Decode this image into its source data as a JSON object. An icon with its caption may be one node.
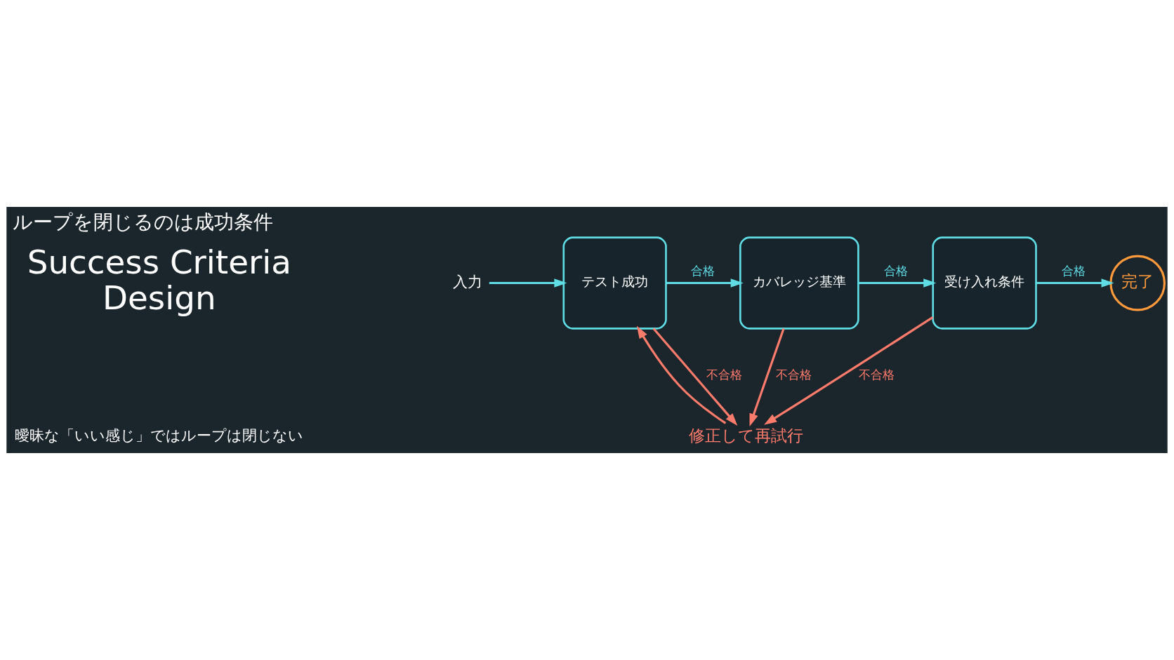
{
  "diagram": {
    "title": "ループを閉じるのは成功条件",
    "nodes": [
      {
        "text": [
          "入力"
        ]
      },
      {
        "text": [
          "テスト成功"
        ]
      },
      {
        "text": [
          "カバレッジ基準"
        ]
      },
      {
        "text": [
          "受け入れ条件"
        ]
      },
      {
        "text": [
          "完了"
        ]
      },
      {
        "text": [
          "修正して再試行"
        ]
      }
    ],
    "edges": [
      {
        "from": 0,
        "to": 1,
        "arrow": "to"
      },
      {
        "from": 1,
        "to": 2,
        "arrow": "to",
        "label": "合格"
      },
      {
        "from": 2,
        "to": 3,
        "arrow": "to",
        "label": "合格"
      },
      {
        "from": 3,
        "to": 4,
        "arrow": "to",
        "label": "合格"
      },
      {
        "from": 1,
        "to": 5,
        "arrow": "to",
        "label": "不合格",
        "color": "#ff7b6b"
      },
      {
        "from": 2,
        "to": 5,
        "arrow": "to",
        "label": "不合格",
        "color": "#ff7b6b"
      },
      {
        "from": 3,
        "to": 5,
        "arrow": "to",
        "label": "不合格",
        "color": "#ff7b6b"
      },
      {
        "from": 5,
        "to": 1,
        "arrow": "to",
        "color": "#ff7b6b"
      }
    ],
    "labels": [
      "Success Criteria Design",
      "曖昧な「いい感じ」ではループは閉じない"
    ]
  }
}
